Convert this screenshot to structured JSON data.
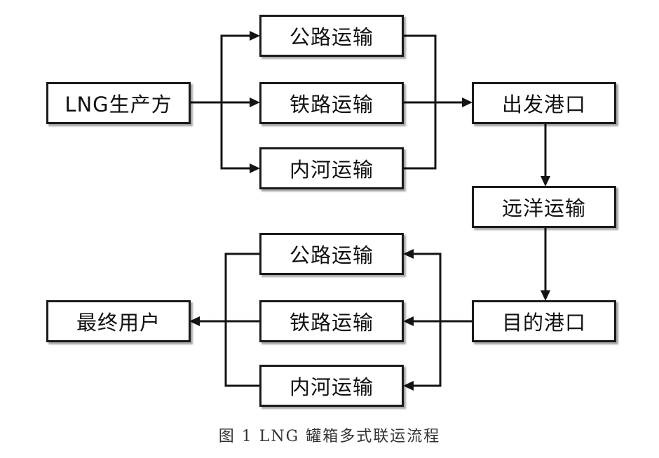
{
  "diagram": {
    "nodes": {
      "lng_producer": "LNG生产方",
      "road_out": "公路运输",
      "rail_out": "铁路运输",
      "river_out": "内河运输",
      "departure_port": "出发港口",
      "ocean_shipping": "远洋运输",
      "destination_port": "目的港口",
      "road_in": "公路运输",
      "rail_in": "铁路运输",
      "river_in": "内河运输",
      "end_user": "最终用户"
    }
  },
  "caption": "图 1 LNG 罐箱多式联运流程"
}
